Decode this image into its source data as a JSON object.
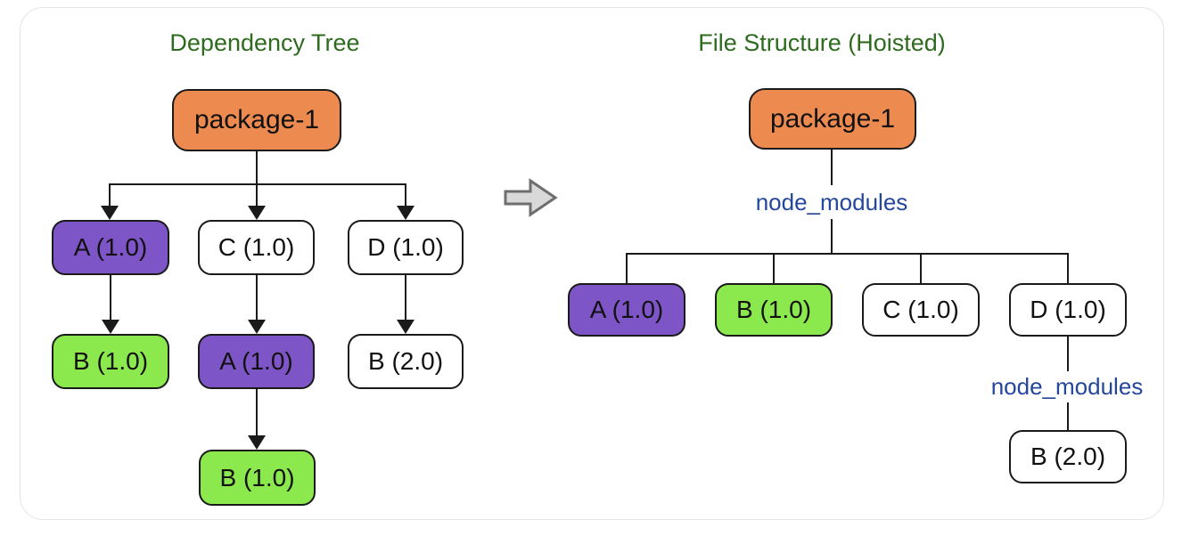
{
  "colors": {
    "orange": "#EC8A50",
    "purple": "#7D55C7",
    "green": "#8BE94E",
    "title_green": "#2E6B1F",
    "blue": "#24479B",
    "line": "#1A1A1A",
    "arrow_fill": "#D9D9D9",
    "arrow_stroke": "#6E6E6E"
  },
  "left": {
    "title": "Dependency Tree",
    "nodes": {
      "pkg": {
        "label": "package-1",
        "color": "orange"
      },
      "a1": {
        "label": "A (1.0)",
        "color": "purple"
      },
      "c1": {
        "label": "C (1.0)",
        "color": "white"
      },
      "d1": {
        "label": "D (1.0)",
        "color": "white"
      },
      "b1": {
        "label": "B (1.0)",
        "color": "green"
      },
      "a2": {
        "label": "A (1.0)",
        "color": "purple"
      },
      "b2": {
        "label": "B (2.0)",
        "color": "white"
      },
      "b3": {
        "label": "B (1.0)",
        "color": "green"
      }
    }
  },
  "middle": {
    "icon": "hoist-right-block-arrow"
  },
  "right": {
    "title": "File Structure (Hoisted)",
    "folders": {
      "top": {
        "label": "node_modules"
      },
      "nested": {
        "label": "node_modules"
      }
    },
    "nodes": {
      "pkg": {
        "label": "package-1",
        "color": "orange"
      },
      "a": {
        "label": "A (1.0)",
        "color": "purple"
      },
      "b": {
        "label": "B (1.0)",
        "color": "green"
      },
      "c": {
        "label": "C (1.0)",
        "color": "white"
      },
      "d": {
        "label": "D (1.0)",
        "color": "white"
      },
      "b2": {
        "label": "B (2.0)",
        "color": "white"
      }
    }
  }
}
